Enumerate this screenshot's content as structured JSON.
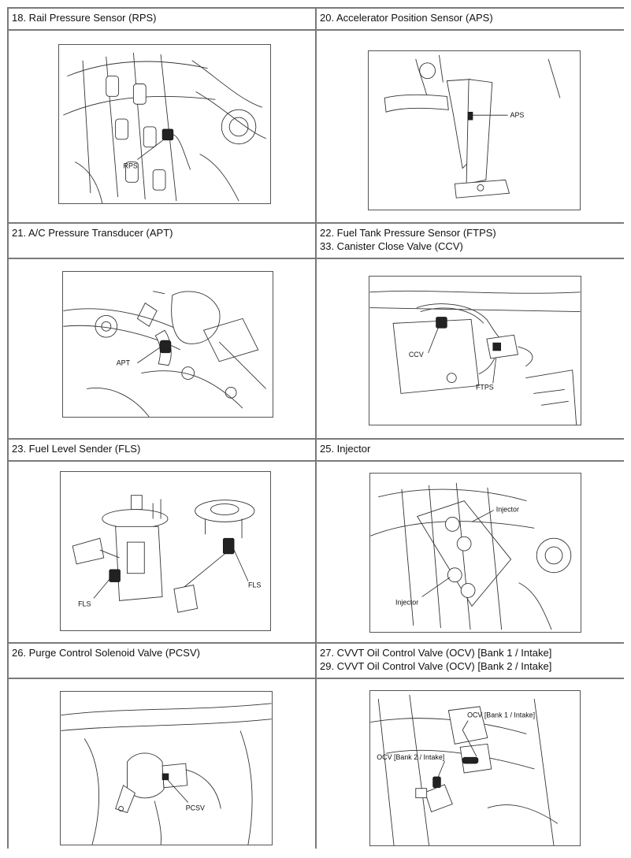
{
  "sections": [
    {
      "titles": [
        "18. Rail Pressure Sensor (RPS)"
      ],
      "callouts": [
        "RPS"
      ]
    },
    {
      "titles": [
        "20. Accelerator Position Sensor (APS)"
      ],
      "callouts": [
        "APS"
      ]
    },
    {
      "titles": [
        "21. A/C Pressure Transducer (APT)"
      ],
      "callouts": [
        "APT"
      ]
    },
    {
      "titles": [
        "22. Fuel Tank Pressure Sensor (FTPS)",
        "33. Canister Close Valve (CCV)"
      ],
      "callouts": [
        "CCV",
        "FTPS"
      ]
    },
    {
      "titles": [
        "23. Fuel Level Sender (FLS)"
      ],
      "callouts": [
        "FLS",
        "FLS"
      ]
    },
    {
      "titles": [
        "25. Injector"
      ],
      "callouts": [
        "Injector",
        "Injector"
      ]
    },
    {
      "titles": [
        "26. Purge Control Solenoid Valve (PCSV)"
      ],
      "callouts": [
        "PCSV"
      ]
    },
    {
      "titles": [
        "27. CVVT Oil Control Valve (OCV) [Bank 1 / Intake]",
        "29. CVVT Oil Control Valve (OCV) [Bank 2 / Intake]"
      ],
      "callouts": [
        "OCV [Bank 1 / Intake]",
        "OCV [Bank 2 / Intake]"
      ]
    }
  ]
}
